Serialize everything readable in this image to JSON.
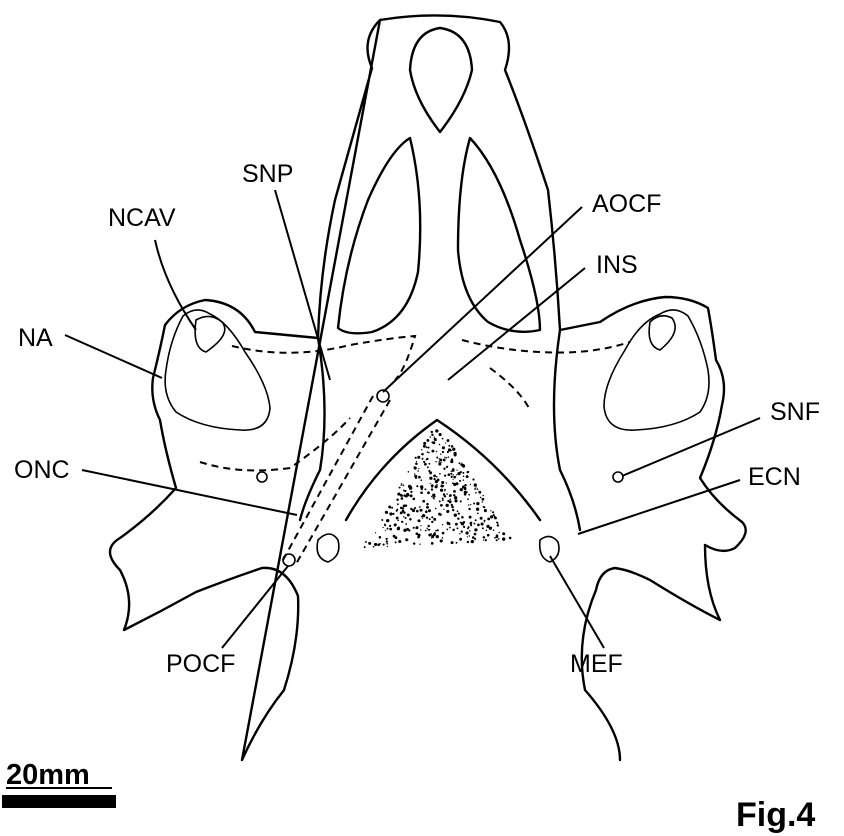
{
  "labels": {
    "snp": "SNP",
    "ncav": "NCAV",
    "na": "NA",
    "onc": "ONC",
    "pocf": "POCF",
    "aocf": "AOCF",
    "ins": "INS",
    "snf": "SNF",
    "ecn": "ECN",
    "mef": "MEF"
  },
  "scale_bar": {
    "label": "20mm"
  },
  "figure_label": "Fig.4"
}
